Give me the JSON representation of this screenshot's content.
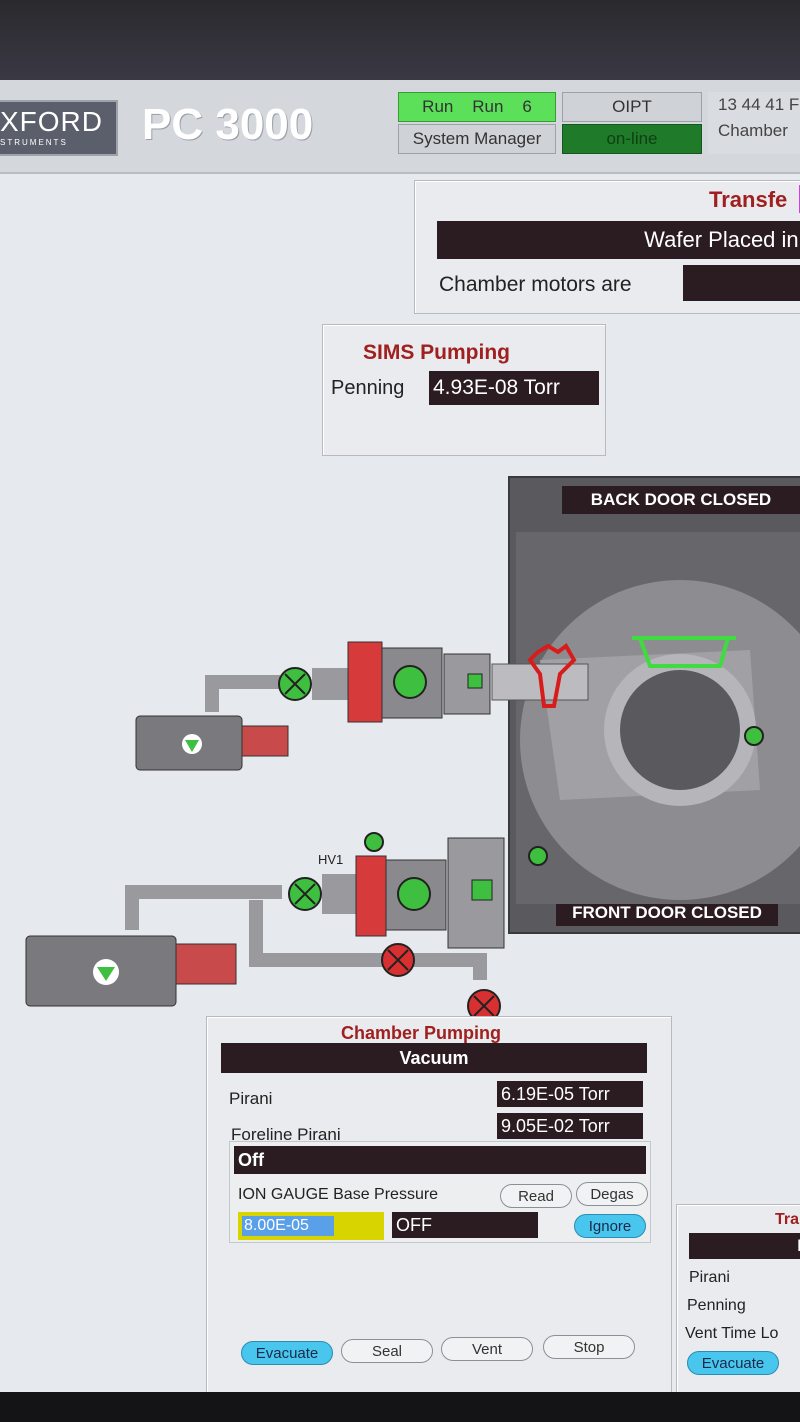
{
  "header": {
    "logo_text": "XFORD",
    "logo_subtext": "STRUMENTS",
    "app_title": "PC 3000",
    "run_label": "Run",
    "run_mode": "Run",
    "run_number": "6",
    "user": "System Manager",
    "site": "OIPT",
    "status": "on-line",
    "clock": "13 44 41 F",
    "clock_label": "Chamber"
  },
  "transfer_panel": {
    "title": "Transfe",
    "message": "Wafer Placed in L",
    "motors_label": "Chamber motors are",
    "motors_value": ""
  },
  "sims": {
    "title": "SIMS Pumping",
    "penning_label": "Penning",
    "penning_value": "4.93E-08 Torr"
  },
  "chamber_view": {
    "back_door": "BACK DOOR CLOSED",
    "front_door": "FRONT DOOR CLOSED",
    "valve_label": "HV1"
  },
  "chamber_pumping": {
    "title": "Chamber Pumping",
    "state": "Vacuum",
    "pirani_label": "Pirani",
    "pirani_value": "6.19E-05 Torr",
    "foreline_label": "Foreline Pirani",
    "foreline_value": "9.05E-02 Torr",
    "gauge_status": "Off",
    "ion_gauge_label": "ION GAUGE Base Pressure",
    "read_button": "Read",
    "degas_button": "Degas",
    "base_pressure_input": "8.00E-05",
    "ion_gauge_state": "OFF",
    "ignore_button": "Ignore",
    "buttons": {
      "evacuate": "Evacuate",
      "seal": "Seal",
      "vent": "Vent",
      "stop": "Stop"
    }
  },
  "transfer_pumping": {
    "title": "Tra",
    "state": "Pu",
    "pirani_label": "Pirani",
    "penning_label": "Penning",
    "vent_time_label": "Vent Time Lo",
    "evacuate_button": "Evacuate"
  },
  "colors": {
    "accent_green": "#5ce05a",
    "valve_open": "#3fbf3f",
    "valve_closed": "#d83030",
    "title_red": "#a02020",
    "button_blue": "#49c6ee",
    "highlight_yellow": "#d8d400"
  }
}
